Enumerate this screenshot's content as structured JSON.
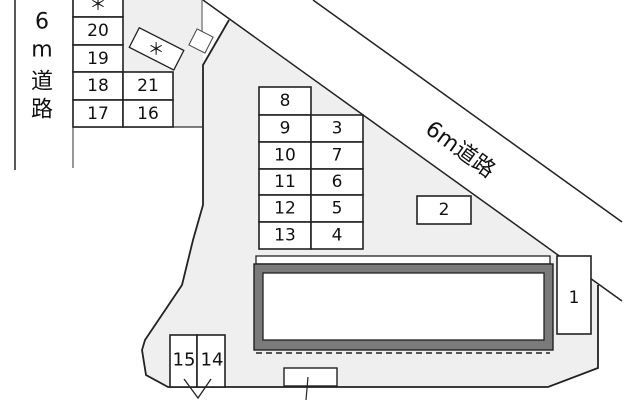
{
  "road_left": {
    "chars": [
      "6",
      "m",
      "道",
      "路"
    ]
  },
  "road_diagonal": {
    "label": "6m道路"
  },
  "left_block": {
    "slots": [
      "＊",
      "20",
      "19",
      "18",
      "17"
    ],
    "slots_right": [
      "21",
      "16"
    ],
    "tilted_slot": "＊"
  },
  "center_block": {
    "left": [
      "8",
      "9",
      "10",
      "11",
      "12",
      "13"
    ],
    "right": [
      "3",
      "7",
      "6",
      "5",
      "4"
    ]
  },
  "slot_2": "2",
  "slot_1": "1",
  "bottom_slots": [
    "15",
    "14"
  ],
  "colors": {
    "lot": "#efefef",
    "building_border": "#7a7a7a",
    "line": "#222222"
  }
}
